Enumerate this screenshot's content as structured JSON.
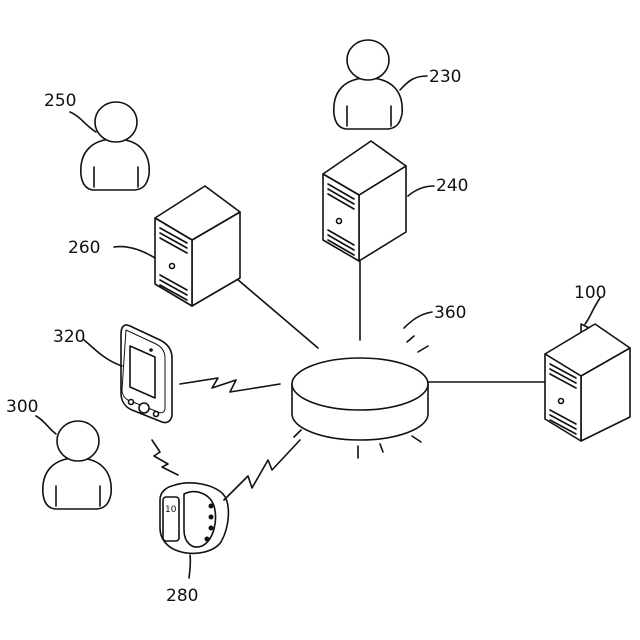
{
  "labels": {
    "n100": "100",
    "n230": "230",
    "n240": "240",
    "n250": "250",
    "n260": "260",
    "n280": "280",
    "n300": "300",
    "n320": "320",
    "n360": "360"
  },
  "band_display": "10",
  "colors": {
    "stroke": "#111111",
    "background": "#ffffff"
  },
  "icons": [
    "person-icon",
    "server-icon",
    "network-hub-icon",
    "smartphone-icon",
    "wearable-band-icon",
    "lightning-icon"
  ]
}
